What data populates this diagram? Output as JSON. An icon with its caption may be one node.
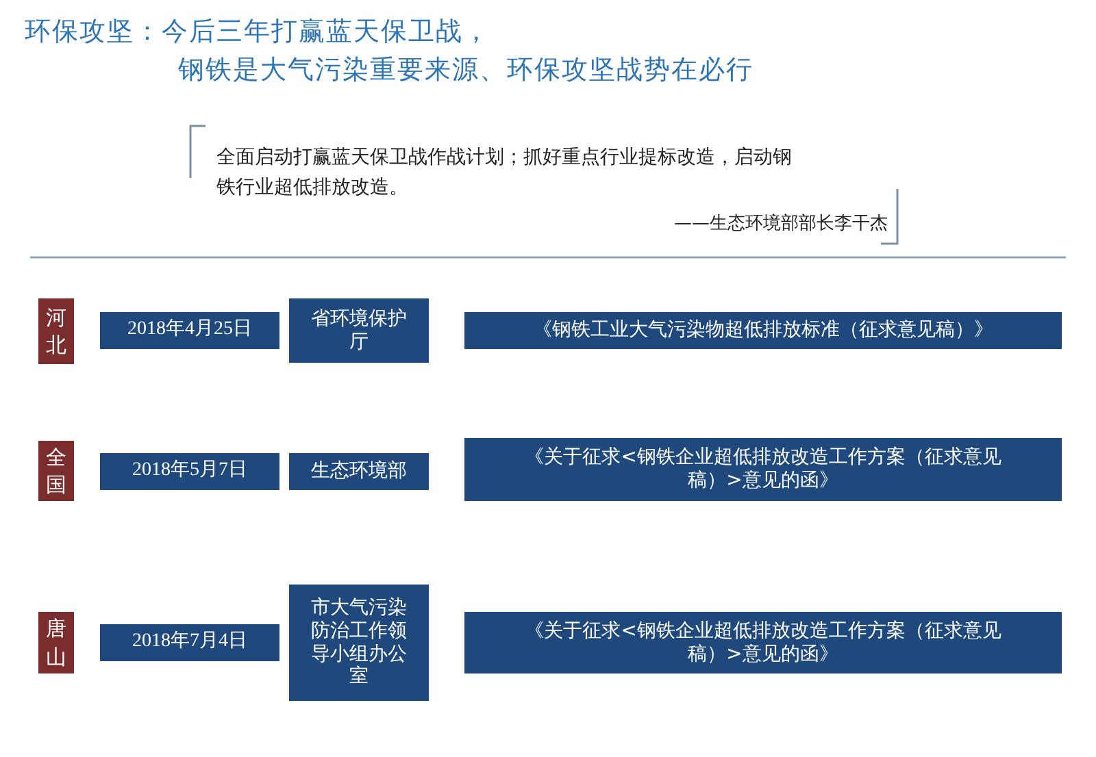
{
  "diagram": {
    "title": "环保攻坚：今后三年打赢蓝天保卫战，",
    "nodes": [
      {
        "text": [
          "河北"
        ]
      },
      {
        "text": [
          "2018年4月25日"
        ]
      },
      {
        "text": [
          "省环境保护厅"
        ]
      },
      {
        "text": [
          "《钢铁工业大气污染物超低排放标准（征求意见稿）》"
        ]
      },
      {
        "text": [
          "全国"
        ]
      },
      {
        "text": [
          "2018年5月7日"
        ]
      },
      {
        "text": [
          "生态环境部"
        ]
      },
      {
        "text": [
          "《关于征求<钢铁企业超低排放改造工作方案（征求意见稿）>意见的函》"
        ]
      },
      {
        "text": [
          "唐山"
        ]
      },
      {
        "text": [
          "2018年7月4日"
        ]
      },
      {
        "text": [
          "市大气污染防治工作领导小组办公室"
        ]
      },
      {
        "text": [
          "《关于征求<钢铁企业超低排放改造工作方案（征求意见稿）>意见的函》"
        ]
      }
    ],
    "labels": [
      "钢铁是大气污染重要来源、环保攻坚战势在必行",
      "全面启动打赢蓝天保卫战作战计划；抓好重点行业提标改造，启动钢铁行业超低排放改造。",
      "——生态环境部部长李干杰"
    ]
  }
}
